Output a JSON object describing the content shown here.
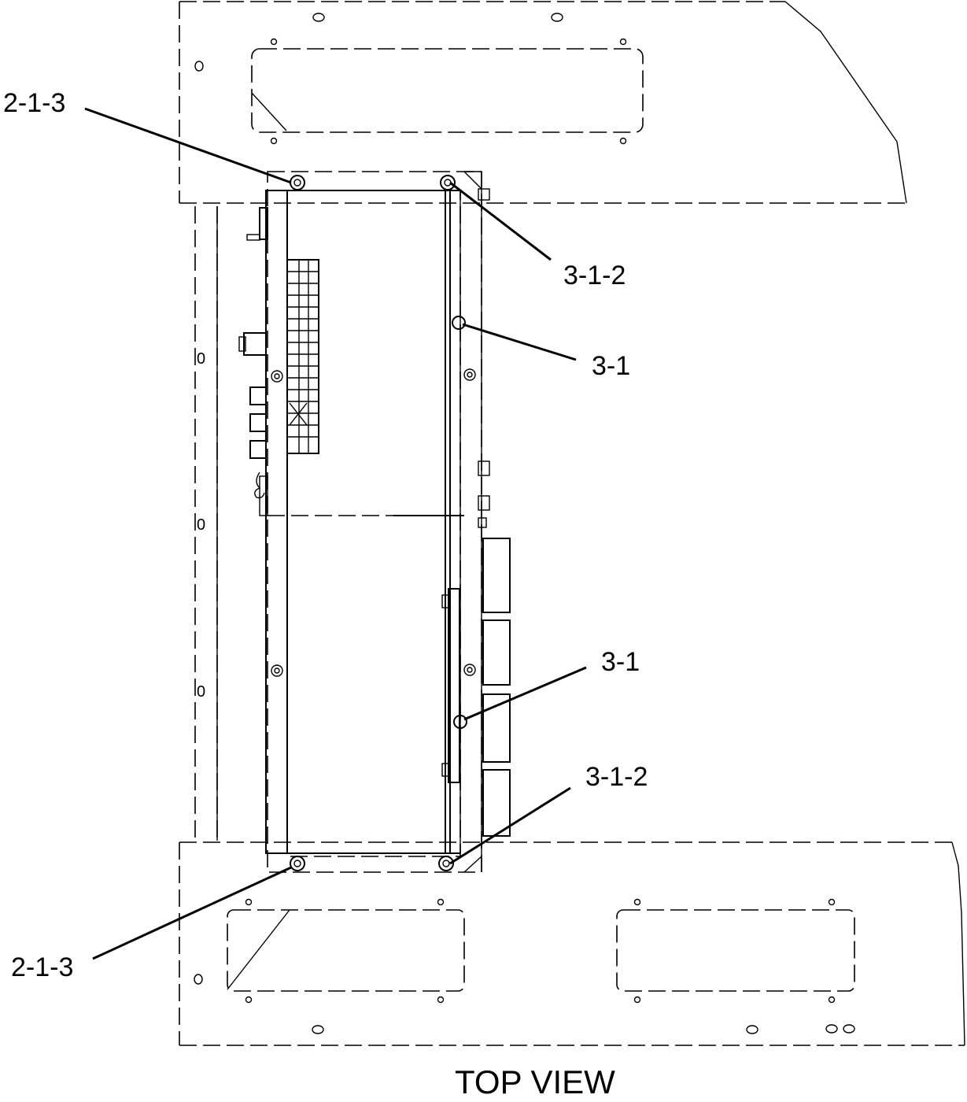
{
  "drawing": {
    "view_title": "TOP VIEW",
    "callouts": {
      "top_left": "2-1-3",
      "top_right": "3-1-2",
      "mid_upper": "3-1",
      "mid_lower": "3-1",
      "bottom_right": "3-1-2",
      "bottom_left": "2-1-3"
    },
    "side_marks": [
      "0",
      "0",
      "0"
    ]
  }
}
